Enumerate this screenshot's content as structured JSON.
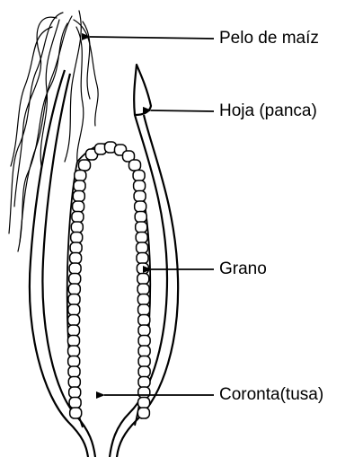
{
  "labels": {
    "silk": "Pelo de maíz",
    "husk": "Hoja (panca)",
    "kernel": "Grano",
    "cob": "Coronta(tusa)"
  }
}
